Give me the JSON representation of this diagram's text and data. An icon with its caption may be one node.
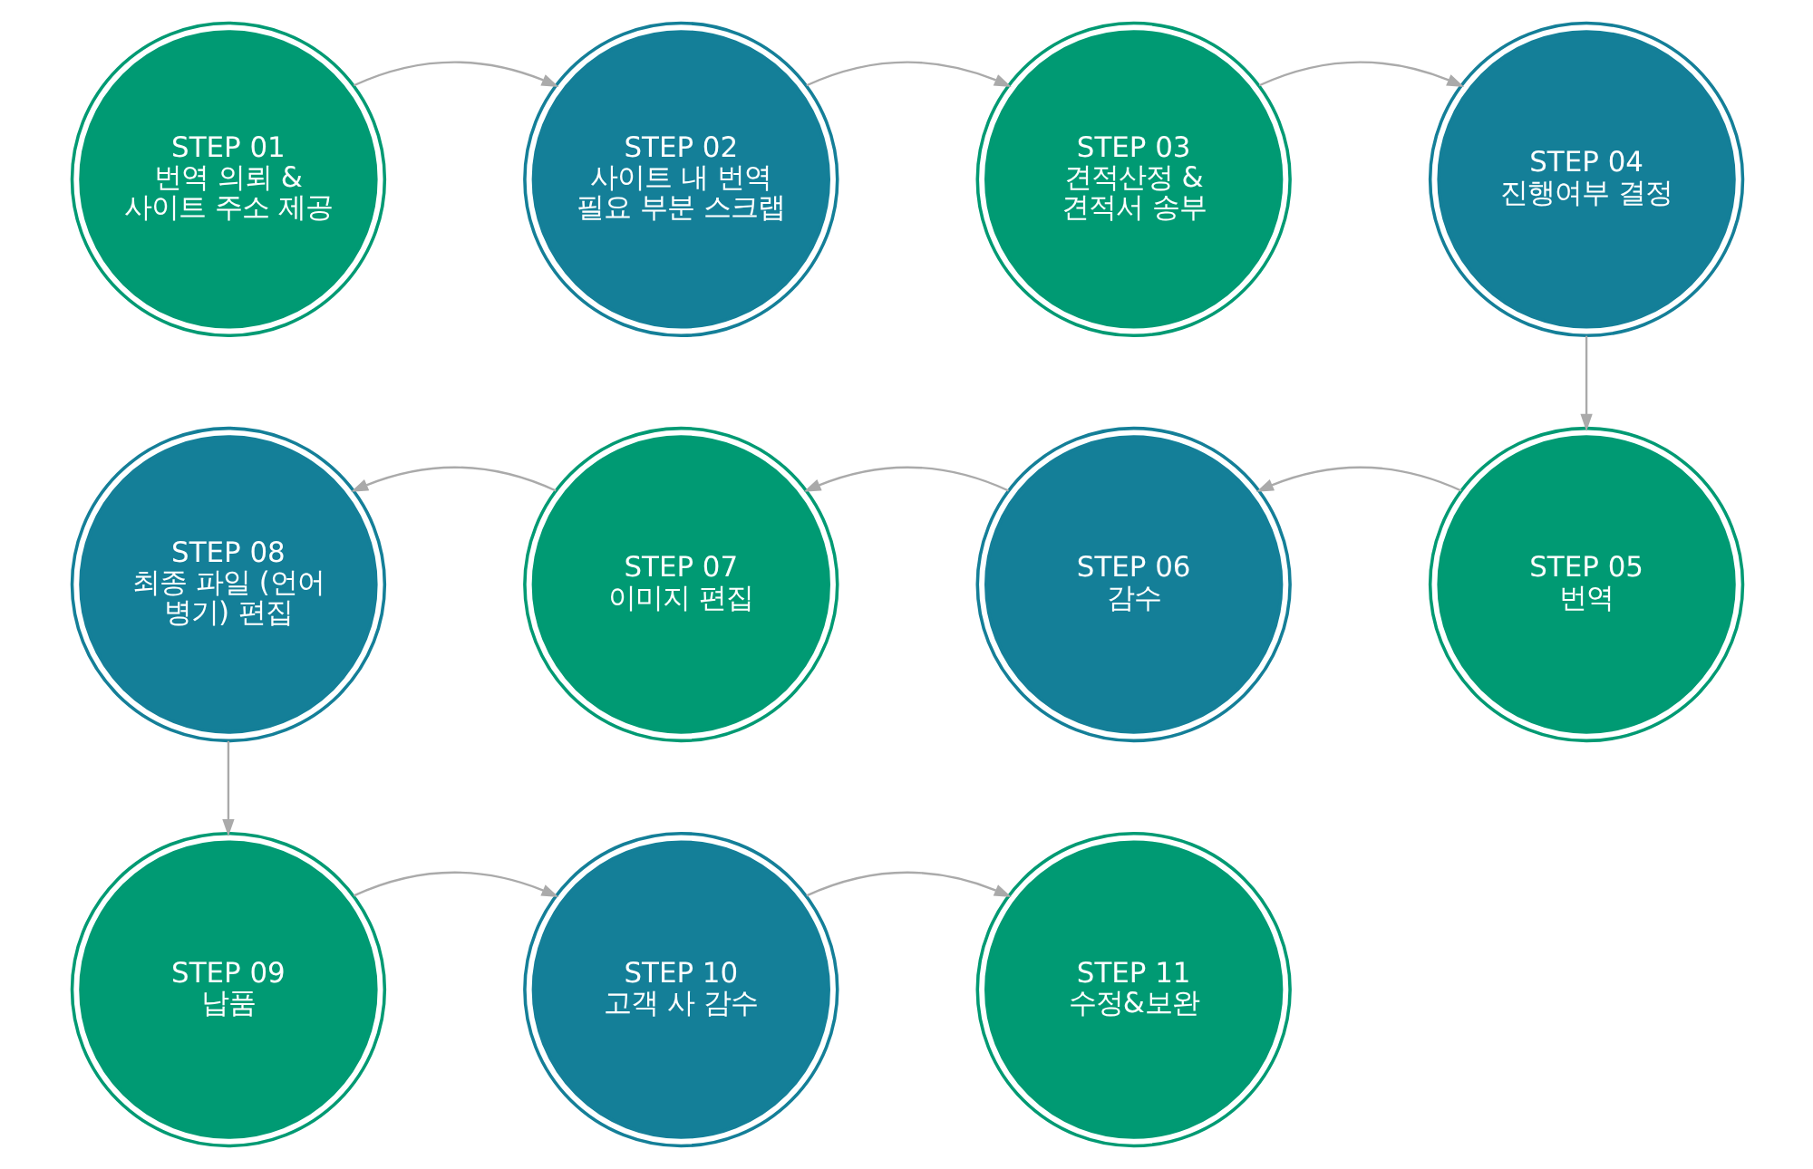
{
  "diagram": {
    "nodes": [
      {
        "text": [
          "STEP 01",
          "번역 의뢰 & 사이트 주소 제공"
        ]
      },
      {
        "text": [
          "STEP 02",
          "사이트 내 번역 필요 부분 스크랩"
        ]
      },
      {
        "text": [
          "STEP 03",
          "견적산정 & 견적서 송부"
        ]
      },
      {
        "text": [
          "STEP 04",
          "진행여부 결정"
        ]
      },
      {
        "text": [
          "STEP 05",
          "번역"
        ]
      },
      {
        "text": [
          "STEP 06",
          "감수"
        ]
      },
      {
        "text": [
          "STEP 07",
          "이미지 편집"
        ]
      },
      {
        "text": [
          "STEP 08",
          "최종 파일 (언어 병기) 편집"
        ]
      },
      {
        "text": [
          "STEP 09",
          "납품"
        ]
      },
      {
        "text": [
          "STEP 10",
          "고객 사 감수"
        ]
      },
      {
        "text": [
          "STEP 11",
          "수정&보완"
        ]
      }
    ],
    "edges": [
      {
        "from": 0,
        "to": 1,
        "arrow": "to"
      },
      {
        "from": 1,
        "to": 2,
        "arrow": "to"
      },
      {
        "from": 2,
        "to": 3,
        "arrow": "to"
      },
      {
        "from": 3,
        "to": 4,
        "arrow": "to"
      },
      {
        "from": 4,
        "to": 5,
        "arrow": "to"
      },
      {
        "from": 5,
        "to": 6,
        "arrow": "to"
      },
      {
        "from": 6,
        "to": 7,
        "arrow": "to"
      },
      {
        "from": 7,
        "to": 8,
        "arrow": "to"
      },
      {
        "from": 8,
        "to": 9,
        "arrow": "to"
      },
      {
        "from": 9,
        "to": 10,
        "arrow": "to"
      }
    ]
  }
}
